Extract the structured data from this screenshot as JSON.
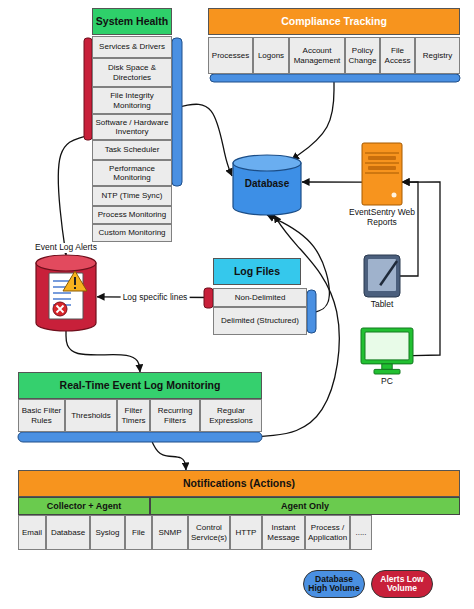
{
  "diagram": {
    "nodes": [
      {
        "text": [
          "System Health"
        ]
      },
      {
        "text": [
          "Services & Drivers"
        ],
        "in": 0
      },
      {
        "text": [
          "Disk Space & Directories"
        ],
        "in": 0
      },
      {
        "text": [
          "File Integrity Monitoring"
        ],
        "in": 0
      },
      {
        "text": [
          "Software / Hardware Inventory"
        ],
        "in": 0
      },
      {
        "text": [
          "Task Scheduler"
        ],
        "in": 0
      },
      {
        "text": [
          "Performance Monitoring"
        ],
        "in": 0
      },
      {
        "text": [
          "NTP (Time Sync)"
        ],
        "in": 0
      },
      {
        "text": [
          "Process Monitoring"
        ],
        "in": 0
      },
      {
        "text": [
          "Custom Monitoring"
        ],
        "in": 0
      },
      {
        "text": [
          "Compliance Tracking"
        ]
      },
      {
        "text": [
          "Processes"
        ],
        "in": 10
      },
      {
        "text": [
          "Logons"
        ],
        "in": 10
      },
      {
        "text": [
          "Account Management"
        ],
        "in": 10
      },
      {
        "text": [
          "Policy Change"
        ],
        "in": 10
      },
      {
        "text": [
          "File Access"
        ],
        "in": 10
      },
      {
        "text": [
          "Registry"
        ],
        "in": 10
      },
      {
        "text": [
          "Database"
        ]
      },
      {
        "text": [
          "EventSentry Web Reports"
        ]
      },
      {
        "text": [
          "Tablet"
        ]
      },
      {
        "text": [
          "PC"
        ]
      },
      {
        "text": [
          "Event Log Alerts"
        ]
      },
      {
        "text": [
          "Log Files"
        ]
      },
      {
        "text": [
          "Non-Delimited"
        ],
        "in": 22
      },
      {
        "text": [
          "Delimited (Structured)"
        ],
        "in": 22
      },
      {
        "text": [
          "Real-Time Event Log Monitoring"
        ]
      },
      {
        "text": [
          "Basic Filter Rules"
        ],
        "in": 25
      },
      {
        "text": [
          "Thresholds"
        ],
        "in": 25
      },
      {
        "text": [
          "Filter Timers"
        ],
        "in": 25
      },
      {
        "text": [
          "Recurring Filters"
        ],
        "in": 25
      },
      {
        "text": [
          "Regular Expressions"
        ],
        "in": 25
      },
      {
        "text": [
          "Notifications (Actions)"
        ]
      },
      {
        "text": [
          "Collector + Agent"
        ],
        "in": 31
      },
      {
        "text": [
          "Agent Only"
        ],
        "in": 31
      },
      {
        "text": [
          "Email"
        ],
        "in": 31
      },
      {
        "text": [
          "Database"
        ],
        "in": 31
      },
      {
        "text": [
          "Syslog"
        ],
        "in": 31
      },
      {
        "text": [
          "File"
        ],
        "in": 31
      },
      {
        "text": [
          "SNMP"
        ],
        "in": 31
      },
      {
        "text": [
          "Control Service(s)"
        ],
        "in": 31
      },
      {
        "text": [
          "HTTP"
        ],
        "in": 31
      },
      {
        "text": [
          "Instant Message"
        ],
        "in": 31
      },
      {
        "text": [
          "Process / Application"
        ],
        "in": 31
      },
      {
        "text": [
          "....."
        ],
        "in": 31
      }
    ],
    "edges": [
      {
        "from": 0,
        "to": 17,
        "arrow": "to"
      },
      {
        "from": 10,
        "to": 17,
        "arrow": "to"
      },
      {
        "from": 0,
        "to": 21,
        "arrow": "to"
      },
      {
        "from": 23,
        "to": 21,
        "label": "Log specific lines",
        "arrow": "to"
      },
      {
        "from": 22,
        "to": 17,
        "arrow": "to"
      },
      {
        "from": 21,
        "to": 25,
        "arrow": "to"
      },
      {
        "from": 25,
        "to": 17,
        "arrow": "to"
      },
      {
        "from": 25,
        "to": 31,
        "arrow": "to"
      },
      {
        "from": 18,
        "to": 17,
        "arrow": "to"
      },
      {
        "from": 19,
        "to": 18,
        "arrow": "to"
      },
      {
        "from": 20,
        "to": 18,
        "arrow": "to"
      }
    ],
    "legend": [
      {
        "text": "Database High Volume",
        "color": "#4a90e2"
      },
      {
        "text": "Alerts Low Volume",
        "color": "#c8203a"
      }
    ]
  }
}
